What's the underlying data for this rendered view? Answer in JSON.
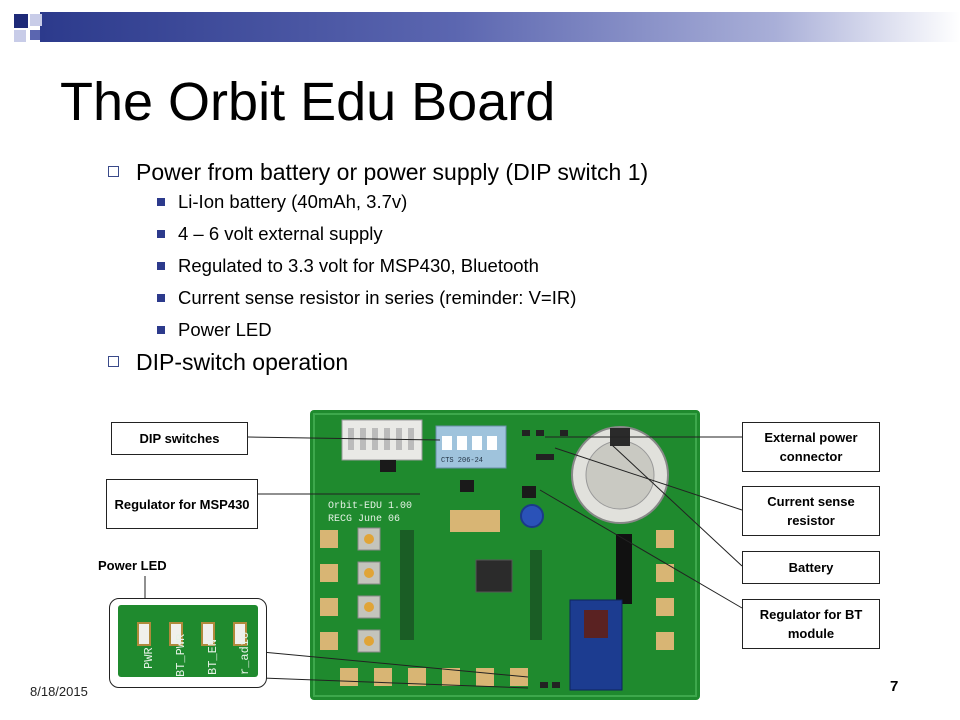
{
  "slide": {
    "title": "The Orbit Edu Board",
    "bullets": [
      {
        "text": "Power from battery or power supply (DIP switch 1)",
        "sub": [
          "Li-Ion battery (40mAh, 3.7v)",
          "4 – 6 volt external supply",
          "Regulated to 3.3 volt for MSP430, Bluetooth",
          "Current sense resistor in series  (reminder: V=IR)",
          "Power LED"
        ]
      },
      {
        "text": "DIP-switch operation",
        "sub": []
      }
    ],
    "callouts": {
      "dip_switches": "DIP switches",
      "regulator_msp430": "Regulator for MSP430",
      "power_led": "Power LED",
      "external_power": "External power connector",
      "current_sense": "Current sense resistor",
      "battery": "Battery",
      "regulator_bt": "Regulator for   BT module"
    },
    "board_silkscreen": [
      "Orbit-EDU 1.00",
      "RECG June 06",
      "CTS 206-24"
    ],
    "inset_labels": [
      "PWR",
      "BT_PWR",
      "BT_EN",
      "r_adio"
    ],
    "date": "8/18/2015",
    "page_number": "7",
    "colors": {
      "accent": "#2c3a8c",
      "board_green": "#1f8a2e",
      "pad_gold": "#d8b574"
    }
  }
}
